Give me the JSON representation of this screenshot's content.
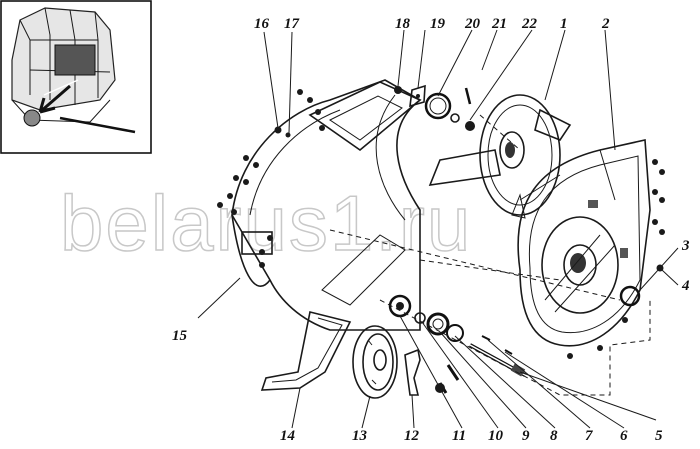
{
  "watermark": "belarus1.ru",
  "callouts": [
    {
      "id": "c1",
      "text": "1"
    },
    {
      "id": "c2",
      "text": "2"
    },
    {
      "id": "c3",
      "text": "3"
    },
    {
      "id": "c4",
      "text": "4"
    },
    {
      "id": "c5",
      "text": "5"
    },
    {
      "id": "c6",
      "text": "6"
    },
    {
      "id": "c7",
      "text": "7"
    },
    {
      "id": "c8",
      "text": "8"
    },
    {
      "id": "c9",
      "text": "9"
    },
    {
      "id": "c10",
      "text": "10"
    },
    {
      "id": "c11",
      "text": "11"
    },
    {
      "id": "c12",
      "text": "12"
    },
    {
      "id": "c13",
      "text": "13"
    },
    {
      "id": "c14",
      "text": "14"
    },
    {
      "id": "c15",
      "text": "15"
    },
    {
      "id": "c16",
      "text": "16"
    },
    {
      "id": "c17",
      "text": "17"
    },
    {
      "id": "c18",
      "text": "18"
    },
    {
      "id": "c19",
      "text": "19"
    },
    {
      "id": "c20",
      "text": "20"
    },
    {
      "id": "c21",
      "text": "21"
    },
    {
      "id": "c22",
      "text": "22"
    }
  ]
}
